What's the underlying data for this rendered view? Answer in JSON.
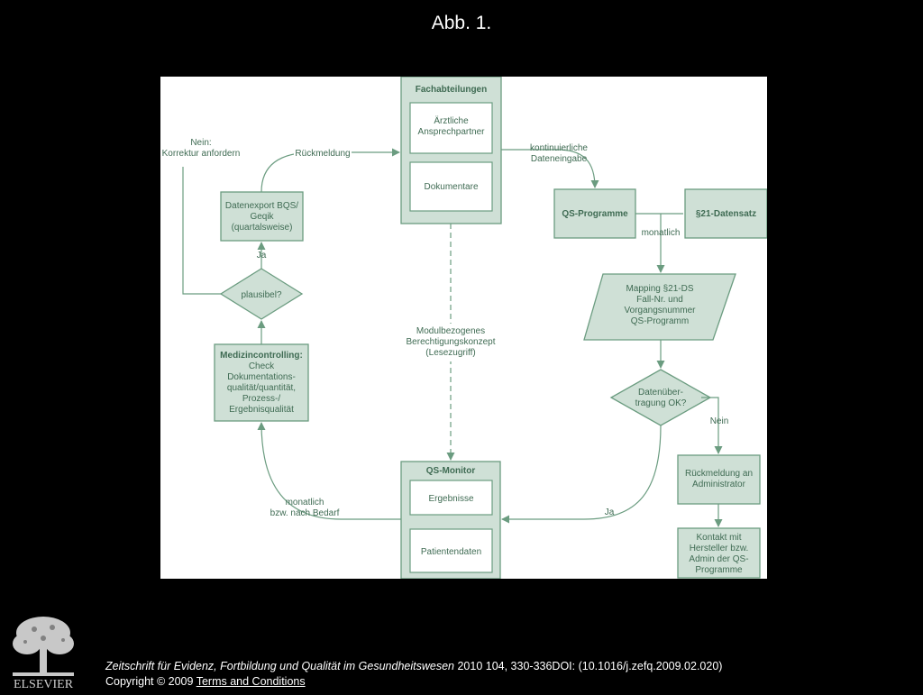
{
  "slide_title": "Abb. 1.",
  "colors": {
    "box_fill": "#cfe0d6",
    "inner_fill": "#ffffff",
    "stroke": "#6b9c80",
    "text": "#3f6b53"
  },
  "diagram": {
    "fachabteilungen": {
      "title": "Fachabteilungen",
      "inner_1": [
        "Ärztliche",
        "Ansprechpartner"
      ],
      "inner_2": "Dokumentare"
    },
    "qs_monitor": {
      "title": "QS-Monitor",
      "inner_1": "Ergebnisse",
      "inner_2": "Patientendaten"
    },
    "qs_programme": "QS-Programme",
    "datensatz_21": "§21-Datensatz",
    "datenexport": [
      "Datenexport BQS/",
      "Geqik",
      "(quartalsweise)"
    ],
    "plausibel": "plausibel?",
    "medizincontrolling": {
      "title": "Medizincontrolling:",
      "lines": [
        "Check",
        "Dokumentations-",
        "qualität/quantität,",
        "Prozess-/",
        "Ergebnisqualität"
      ]
    },
    "mapping": [
      "Mapping §21-DS",
      "Fall-Nr. und",
      "Vorgangsnummer",
      "QS-Programm"
    ],
    "datenuebertragung": [
      "Datenüber-",
      "tragung OK?"
    ],
    "rueckmeldung_admin": [
      "Rückmeldung an",
      "Administrator"
    ],
    "kontakt": [
      "Kontakt mit",
      "Hersteller bzw.",
      "Admin der QS-",
      "Programme"
    ],
    "labels": {
      "nein_korrektur": [
        "Nein:",
        "Korrektur anfordern"
      ],
      "rueckmeldung": "Rückmeldung",
      "kontinuierliche": [
        "kontinuierliche",
        "Dateneingabe"
      ],
      "monatlich": "monatlich",
      "ja_plausibel": "Ja",
      "modulbezogen": [
        "Modulbezogenes",
        "Berechtigungskonzept",
        "(Lesezugriff)"
      ],
      "nein": "Nein",
      "ja_uebertragung": "Ja",
      "monatlich_bedarf": [
        "monatlich",
        "bzw. nach Bedarf"
      ]
    }
  },
  "footer": {
    "logo_text": "ELSEVIER",
    "journal": "Zeitschrift für Evidenz, Fortbildung und Qualität im Gesundheitswesen",
    "details": " 2010 104, 330-336DOI: (10.1016/j.zefq.2009.02.020)",
    "copyright": "Copyright © 2009 ",
    "terms": " Terms and Conditions"
  }
}
